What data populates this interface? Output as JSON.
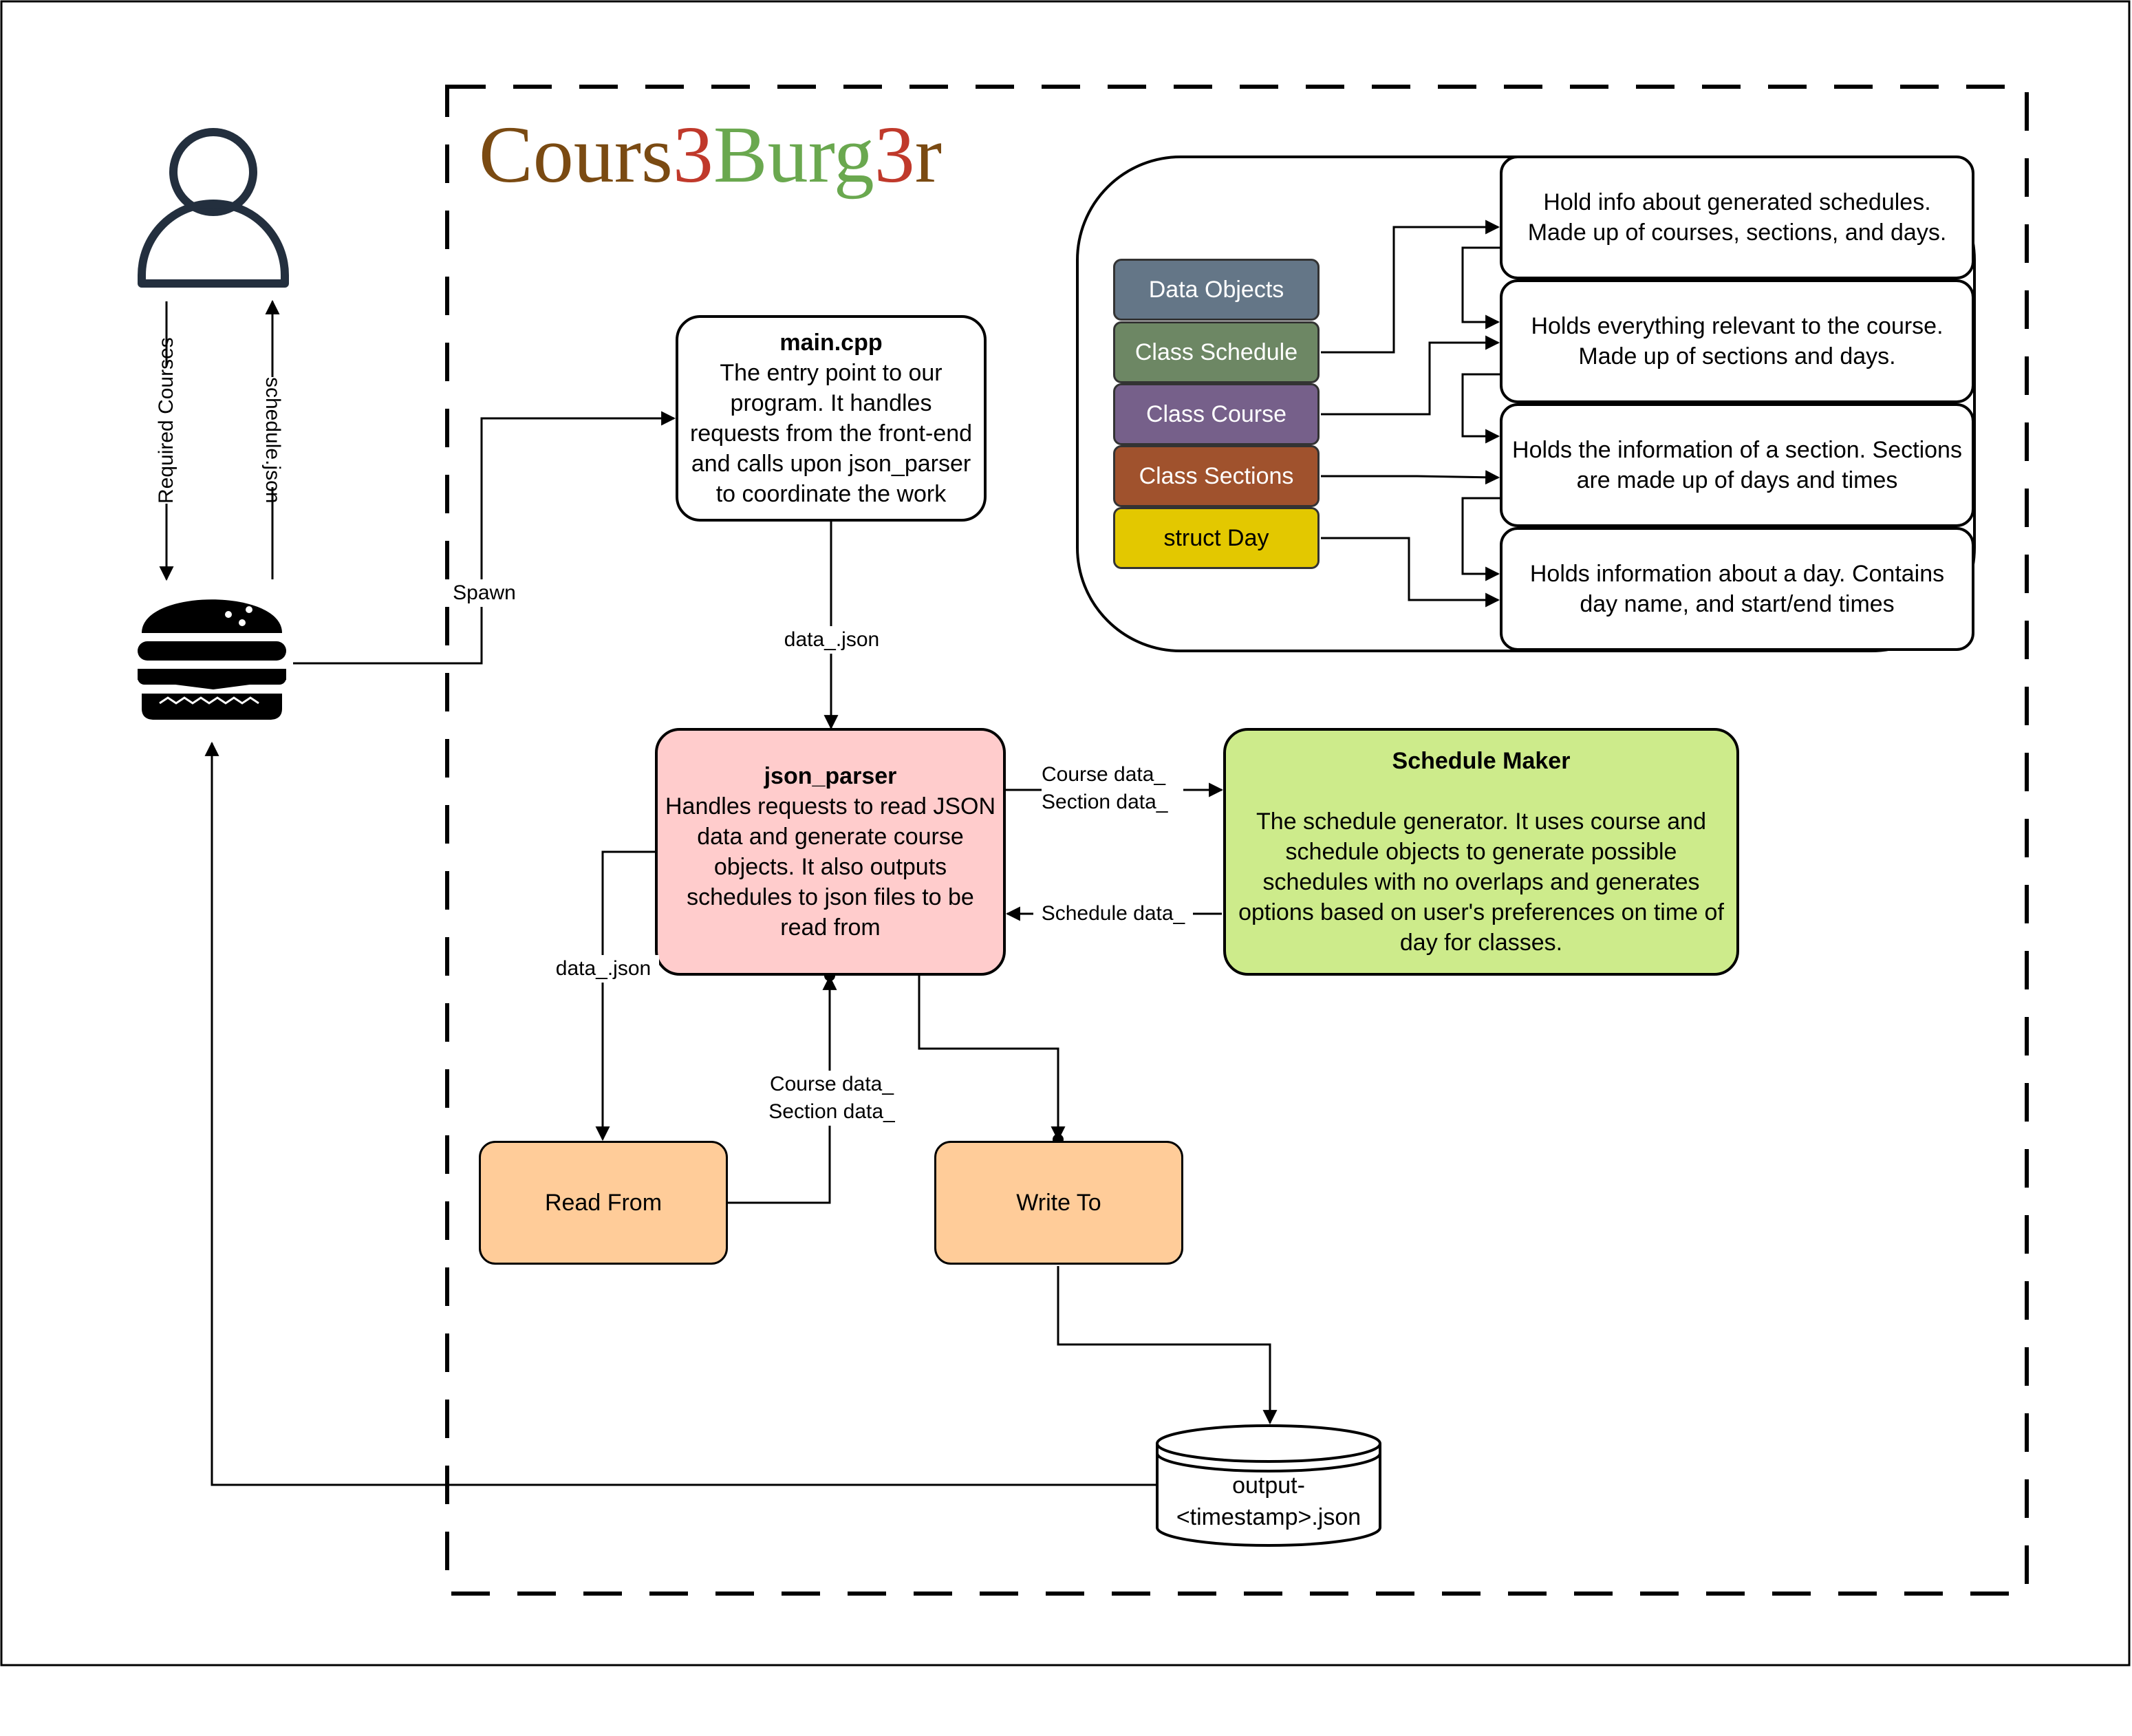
{
  "logo": {
    "parts": [
      {
        "text": "Cours",
        "color": "#7a4a12"
      },
      {
        "text": "3",
        "color": "#c0392b"
      },
      {
        "text": "Burg",
        "color": "#6aa84f"
      },
      {
        "text": "3",
        "color": "#c0392b"
      },
      {
        "text": "r",
        "color": "#7a4a12"
      }
    ]
  },
  "main_cpp": {
    "title": "main.cpp",
    "body": "The entry point to our program. It handles requests from the front-end and calls upon json_parser to coordinate the work"
  },
  "json_parser": {
    "title": "json_parser",
    "body": "Handles requests to read JSON data and generate course objects. It also outputs schedules to json files to be read from",
    "color": "#ffcccc"
  },
  "schedule_maker": {
    "title": "Schedule Maker",
    "body": "The schedule generator. It uses course and schedule objects to generate possible schedules with no overlaps and generates options based on user's preferences on time of day for classes.",
    "color": "#cdeb8b"
  },
  "read_from": {
    "label": "Read From",
    "color": "#ffcc99"
  },
  "write_to": {
    "label": "Write To",
    "color": "#ffcc99"
  },
  "output_file": {
    "line1": "output-",
    "line2": "<timestamp>.json"
  },
  "legend": {
    "items": [
      {
        "label": "Data Objects",
        "color": "#647687"
      },
      {
        "label": "Class Schedule",
        "color": "#6d8764"
      },
      {
        "label": "Class Course",
        "color": "#76608a"
      },
      {
        "label": "Class Sections",
        "color": "#a0522d"
      },
      {
        "label": "struct Day",
        "color": "#e3c800"
      }
    ],
    "descriptions": [
      "Hold info about generated schedules. Made up of courses, sections, and days.",
      "Holds everything relevant to the course. Made up of sections and days.",
      "Holds the information of a section. Sections are made up of days and times",
      "Holds information about a day. Contains day name, and start/end times"
    ]
  },
  "edges": {
    "required_courses": "Required Courses",
    "schedule_json": "schedule.json",
    "spawn": "Spawn",
    "data_json_main": "data_.json",
    "data_json_read": "data_.json",
    "course_section_out": [
      "Course data_",
      "Section data_"
    ],
    "schedule_data": "Schedule data_",
    "course_section_read": [
      "Course data_",
      "Section data_"
    ]
  },
  "icons": {
    "user": "user-icon",
    "burger": "burger-icon"
  }
}
